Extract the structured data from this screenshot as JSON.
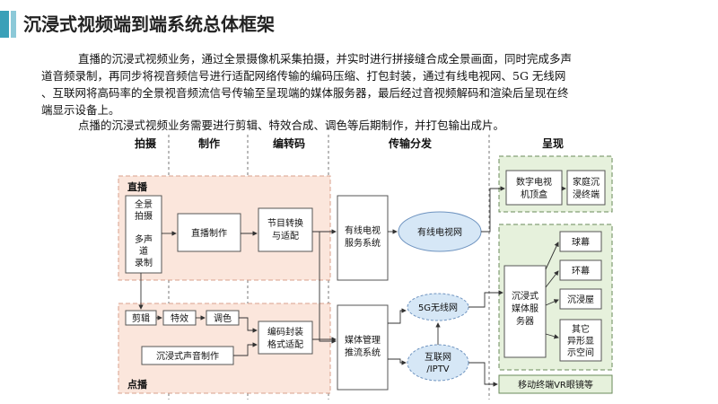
{
  "title": "沉浸式视频端到端系统总体框架",
  "paragraph": [
    "直播的沉浸式视频业务，通过全景摄像机采集拍摄，并实时进行拼接缝合成全景画面，同时完成多声",
    "道音频录制，再同步将视音频信号进行适配网络传输的编码压缩、打包封装，通过有线电视网、5G 无线网",
    "、互联网将高码率的全景视音频流信号传输至呈现端的媒体服务器，最后经过音视频解码和渲染后呈现在终",
    "端显示设备上。",
    "点播的沉浸式视频业务需要进行剪辑、特效合成、调色等后期制作，并打包输出成片。"
  ],
  "colors": {
    "accent": "#3aa0b8",
    "live_zone": "#fbe6dc",
    "live_border": "#d9a08c",
    "present_zone": "#e6f1dc",
    "present_border": "#6a8a5a",
    "ellipse": "#d6e7f6",
    "ellipse_border": "#6f94c0"
  },
  "stages": [
    "拍摄",
    "制作",
    "编转码",
    "传输分发",
    "呈现"
  ],
  "zones": {
    "live": "直播",
    "vod": "点播"
  },
  "nodes": {
    "capture_panorama": "全景拍摄",
    "capture_audio": "多声道录制",
    "live_production": "直播制作",
    "program_convert": "节目转换与适配",
    "cable_system": "有线电视服务系统",
    "media_mgmt": "媒体管理推流系统",
    "edit": "剪辑",
    "effects": "特效",
    "grading": "调色",
    "encode_pack": "编码封装格式适配",
    "audio_production": "沉浸式声音制作",
    "cable_network": "有线电视网",
    "net_5g": "5G无线网",
    "internet": "互联网/IPTV",
    "stb": "数字电视机顶盒",
    "home_terminal": "家庭沉浸终端",
    "media_server": "沉浸式媒体服务器",
    "dome": "球幕",
    "ring": "环幕",
    "room": "沉浸屋",
    "other": "其它异形显示空间",
    "mobile_vr": "移动终端VR眼镜等"
  }
}
